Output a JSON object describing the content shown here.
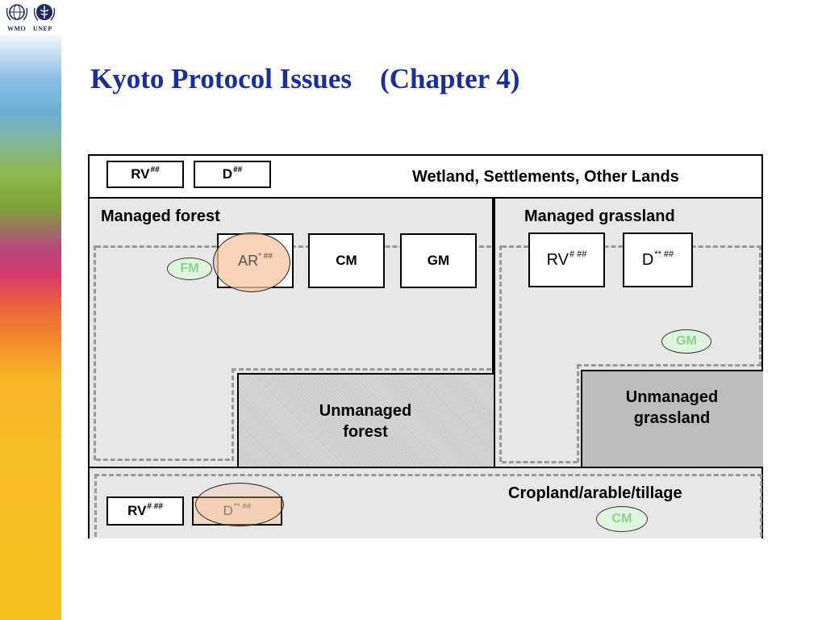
{
  "logos": {
    "wmo": "WMO",
    "unep": "UNEP"
  },
  "title": "Kyoto Protocol Issues    (Chapter 4)",
  "diagram": {
    "wetland": {
      "label": "Wetland, Settlements, Other Lands",
      "boxes": [
        {
          "base": "RV",
          "sup": "##"
        },
        {
          "base": "D",
          "sup": "##"
        }
      ]
    },
    "managed_forest": {
      "label": "Managed forest",
      "boxes": [
        {
          "base": "AR",
          "sup": "* ##"
        },
        {
          "base": "CM",
          "sup": ""
        },
        {
          "base": "GM",
          "sup": ""
        }
      ],
      "oval": "FM"
    },
    "unmanaged_forest": {
      "line1": "Unmanaged",
      "line2": "forest"
    },
    "managed_grassland": {
      "label": "Managed grassland",
      "boxes": [
        {
          "base": "RV",
          "sup": "# ##"
        },
        {
          "base": "D",
          "sup": "** ##"
        }
      ],
      "oval": "GM"
    },
    "unmanaged_grassland": {
      "line1": "Unmanaged",
      "line2": "grassland"
    },
    "cropland": {
      "label": "Cropland/arable/tillage",
      "boxes": [
        {
          "base": "RV",
          "sup": "# ##"
        },
        {
          "base": "D",
          "sup": "** ##"
        }
      ],
      "oval": "CM"
    }
  }
}
